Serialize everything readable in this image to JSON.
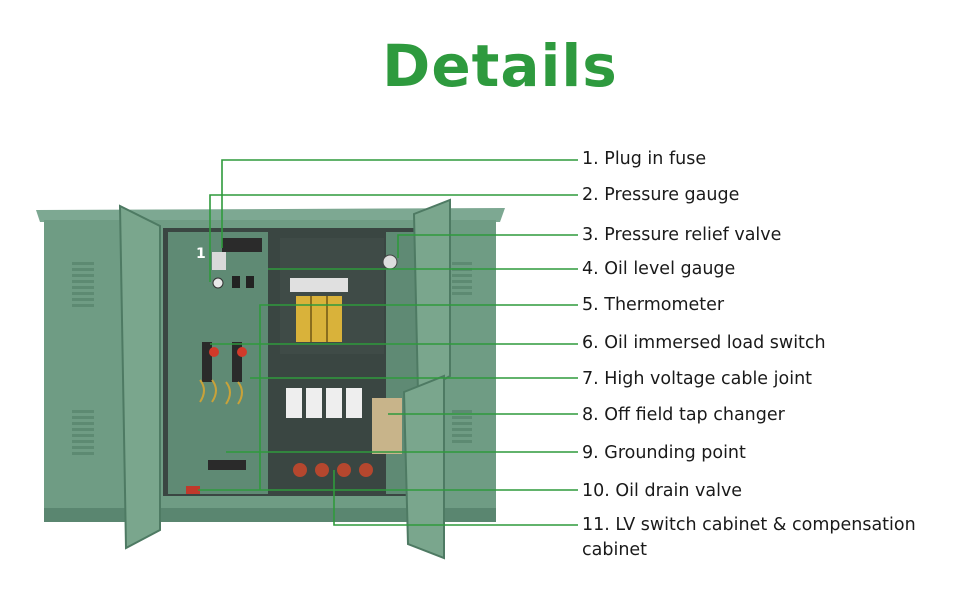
{
  "title": "Details",
  "colors": {
    "title": "#2e9a3e",
    "leader_line": "#2f9a3c",
    "cabinet": "#6f9c84",
    "cabinet_dark": "#4e7a63",
    "interior": "#3a4642"
  },
  "labels": [
    "1. Plug in fuse",
    "2. Pressure gauge",
    "3. Pressure relief valve",
    "4. Oil level gauge",
    "5. Thermometer",
    "6. Oil immersed load switch",
    "7. High voltage cable joint",
    "8. Off field tap changer",
    "9. Grounding point",
    "10. Oil drain valve",
    "11. LV switch cabinet & compensation cabinet"
  ],
  "panel_marking": "1"
}
